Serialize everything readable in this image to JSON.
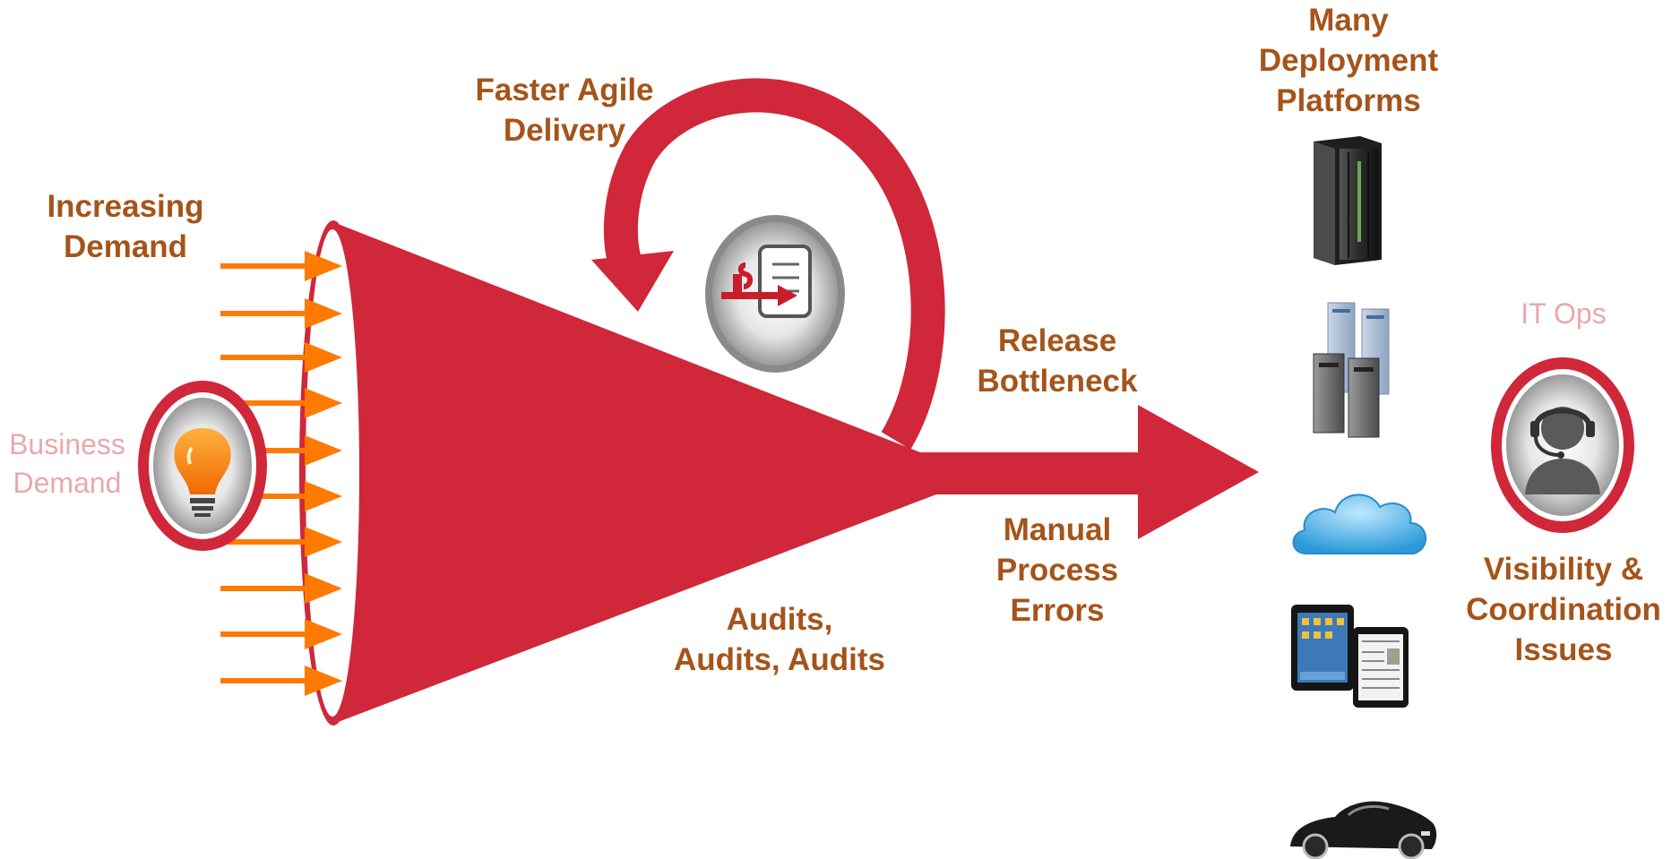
{
  "labels": {
    "increasing_demand": [
      "Increasing",
      "Demand"
    ],
    "business_demand": [
      "Business",
      "Demand"
    ],
    "faster_agile_delivery": [
      "Faster Agile",
      "Delivery"
    ],
    "release_bottleneck": [
      "Release",
      "Bottleneck"
    ],
    "manual_process_errors": [
      "Manual",
      "Process",
      "Errors"
    ],
    "audits": [
      "Audits,",
      "Audits, Audits"
    ],
    "many_deployment_platforms": [
      "Many",
      "Deployment",
      "Platforms"
    ],
    "it_ops": "IT Ops",
    "visibility_coordination": [
      "Visibility &",
      "Coordination",
      "Issues"
    ]
  },
  "icons": {
    "business": "lightbulb-icon",
    "agile": "release-document-icon",
    "ops": "headset-operator-icon",
    "platforms": [
      "mainframe-server-icon",
      "server-cluster-icon",
      "cloud-icon",
      "tablet-icon",
      "car-icon"
    ]
  },
  "colors": {
    "funnel_red": "#d0273a",
    "demand_arrow_orange": "#ff7a00",
    "label_brown": "#a5541a",
    "light_label": "#e9a8ad"
  }
}
